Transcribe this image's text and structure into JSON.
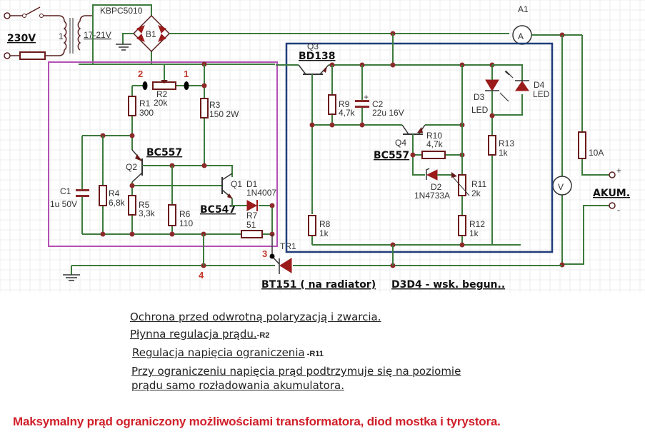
{
  "schematic": {
    "mains_voltage": "230V",
    "transformer_secondary": "17-21V",
    "transformer_ratio_mark": "1",
    "bridge": {
      "ref": "B1",
      "part": "KBPC5010"
    },
    "ammeter": {
      "ref": "A1",
      "symbol": "A"
    },
    "voltmeter_symbol": "V",
    "fuse_rating": "10A",
    "battery_label": "AKUM.",
    "battery_plus": "+",
    "battery_minus": "-",
    "test_points": {
      "p1": "1",
      "p2": "2",
      "p3": "3",
      "p4": "4"
    },
    "components": {
      "R1": {
        "ref": "R1",
        "value": "300"
      },
      "R2": {
        "ref": "R2",
        "value": "20k"
      },
      "R3": {
        "ref": "R3",
        "value": "150 2W"
      },
      "R4": {
        "ref": "R4",
        "value": "6,8k"
      },
      "R5": {
        "ref": "R5",
        "value": "3,3k"
      },
      "R6": {
        "ref": "R6",
        "value": "110"
      },
      "R7": {
        "ref": "R7",
        "value": "51"
      },
      "R8": {
        "ref": "R8",
        "value": "1k"
      },
      "R9": {
        "ref": "R9",
        "value": "4,7k"
      },
      "R10": {
        "ref": "R10",
        "value": "4,7k"
      },
      "R11": {
        "ref": "R11",
        "value": "2k"
      },
      "R12": {
        "ref": "R12",
        "value": "1k"
      },
      "R13": {
        "ref": "R13",
        "value": "1k"
      },
      "C1": {
        "ref": "C1",
        "value": "1u 50V"
      },
      "C2": {
        "ref": "C2",
        "value": "22u 16V",
        "polarity": "+"
      },
      "D1": {
        "ref": "D1",
        "value": "1N4007"
      },
      "D2": {
        "ref": "D2",
        "value": "1N4733A"
      },
      "D3": {
        "ref": "D3",
        "value": "LED"
      },
      "D4": {
        "ref": "D4",
        "value": "LED"
      },
      "Q1": {
        "ref": "Q1",
        "part": "BC547"
      },
      "Q2": {
        "ref": "Q2",
        "part": "BC557"
      },
      "Q3": {
        "ref": "Q3",
        "part": "BD138"
      },
      "Q4": {
        "ref": "Q4",
        "part": "BC557"
      },
      "TR1": {
        "ref": "TR1",
        "part": "BT151 ( na radiator)"
      }
    },
    "led_note": "D3D4 - wsk. begun..",
    "colors": {
      "wire": "#3d7a3d",
      "block_left": "#b44fb4",
      "block_right": "#1f3d7a",
      "component": "#9b1b1b",
      "marker": "#c0392b"
    }
  },
  "notes": {
    "line1": "Ochrona przed odwrotną polaryzacją i zwarcia.",
    "line2": "Płynna regulacja prądu.",
    "line2_ref": "-R2",
    "line3": "Regulacja napięcia ograniczenia",
    "line3_ref": " -R11",
    "line4": "Przy ograniczeniu napięcia prąd podtrzymuje się na poziomie ",
    "line5": "prądu samo rozładowania akumulatora."
  },
  "footer": {
    "text": "Maksymalny prąd ograniczony możliwościami transformatora, diod mostka i tyrystora.",
    "color": "#d0202a"
  }
}
